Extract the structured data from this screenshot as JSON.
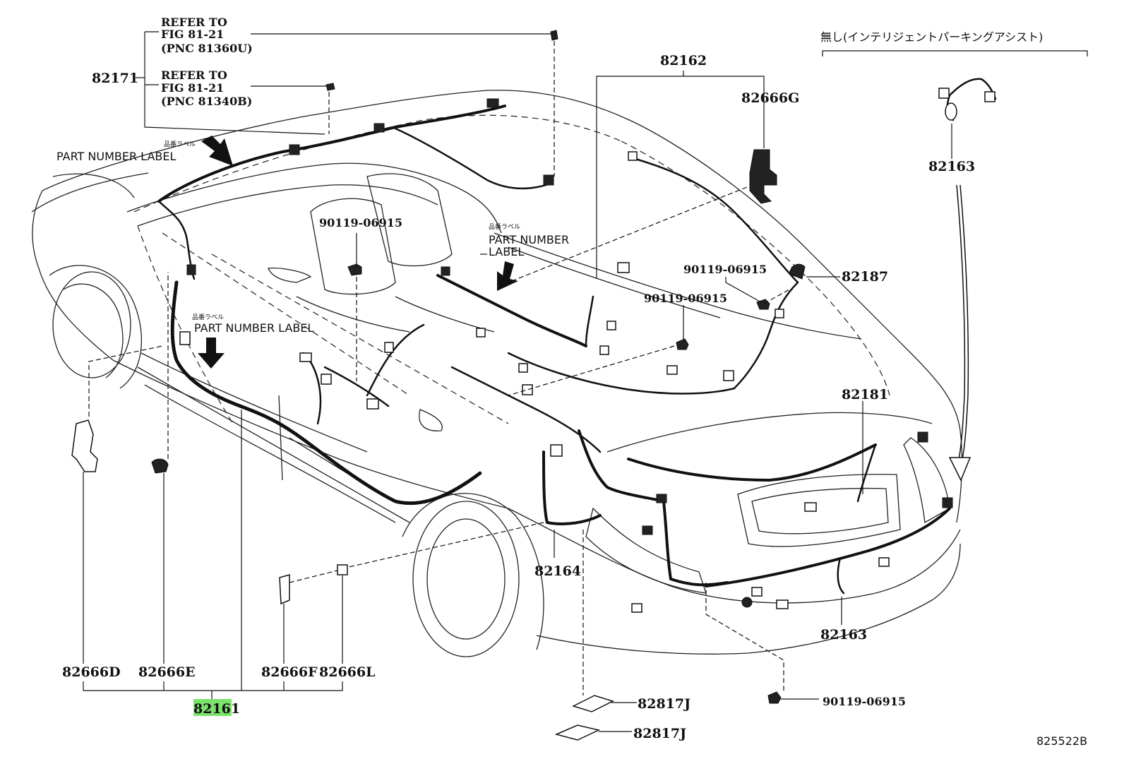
{
  "diagram": {
    "labels": {
      "p82171": "82171",
      "refer1_line1": "REFER TO",
      "refer1_line2": "FIG 81-21",
      "refer1_line3": "(PNC 81360U)",
      "refer2_line1": "REFER TO",
      "refer2_line2": "FIG 81-21",
      "refer2_line3": "(PNC 81340B)",
      "p82162": "82162",
      "p82666G": "82666G",
      "jp_note": "無し(インテリジェントパーキングアシスト)",
      "p82163_top": "82163",
      "pnl_jp_1": "品番ラベル",
      "pnl_1": "PART NUMBER LABEL",
      "pnl_jp_2": "品番ラベル",
      "pnl_2_line1": "PART NUMBER",
      "pnl_2_line2": "LABEL",
      "pnl_jp_3": "品番ラベル",
      "pnl_3": "PART NUMBER LABEL",
      "bolt_1": "90119-06915",
      "bolt_2": "90119-06915",
      "bolt_3": "90119-06915",
      "bolt_4": "90119-06915",
      "p82187": "82187",
      "p82181": "82181",
      "p82164": "82164",
      "p82163_bottom": "82163",
      "p82666D": "82666D",
      "p82666E": "82666E",
      "p82666F": "82666F",
      "p82666L": "82666L",
      "p82161": "82161",
      "p82817J_1": "82817J",
      "p82817J_2": "82817J",
      "figure_code": "825522B"
    },
    "highlight_color": "#7be36b"
  }
}
